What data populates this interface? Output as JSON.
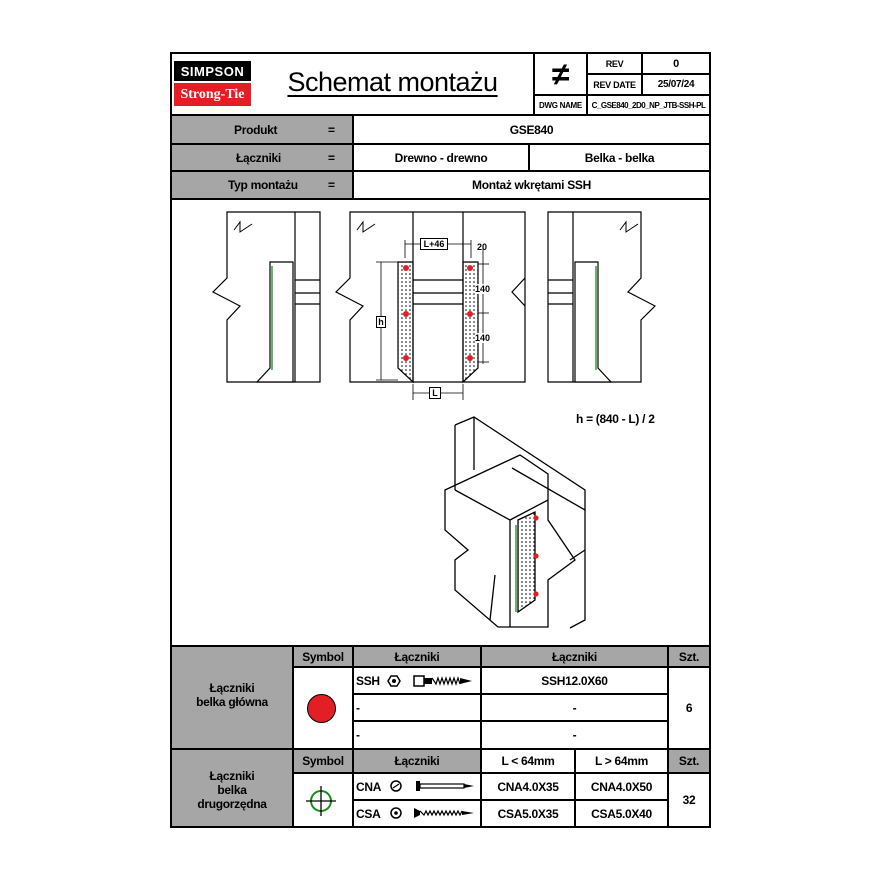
{
  "logo": {
    "top": "SIMPSON",
    "bottom": "Strong-Tie"
  },
  "header": {
    "title": "Schemat montażu",
    "not_equal_symbol": "≠",
    "rev_label": "REV",
    "rev_value": "0",
    "rev_date_label": "REV DATE",
    "rev_date_value": "25/07/24",
    "dwg_label": "DWG NAME",
    "dwg_value": "C_GSE840_2D0_NP_JTB-SSH-PL"
  },
  "info": {
    "rows": [
      {
        "label": "Produkt",
        "eq": "=",
        "value": "GSE840"
      },
      {
        "label": "Łączniki",
        "eq": "=",
        "value_a": "Drewno - drewno",
        "value_b": "Belka - belka"
      },
      {
        "label": "Typ montażu",
        "eq": "=",
        "value": "Montaż wkrętami SSH"
      }
    ]
  },
  "drawing": {
    "dim_l46": "L+46",
    "dim_20": "20",
    "dim_140a": "140",
    "dim_140b": "140",
    "dim_h": "h",
    "dim_l": "L",
    "formula": "h = (840 - L) / 2"
  },
  "table1": {
    "group_label_line1": "Łączniki",
    "group_label_line2": "belka główna",
    "col_symbol": "Symbol",
    "col_fasteners": "Łączniki",
    "col_fasteners2": "Łączniki",
    "col_qty": "Szt.",
    "rows": [
      {
        "code": "SSH",
        "product": "SSH12.0X60"
      },
      {
        "code": "-",
        "product": "-"
      },
      {
        "code": "-",
        "product": "-"
      }
    ],
    "qty": "6",
    "symbol_color": "#e31e24"
  },
  "table2": {
    "group_label_line1": "Łączniki",
    "group_label_line2": "belka",
    "group_label_line3": "drugorzędna",
    "col_symbol": "Symbol",
    "col_fasteners": "Łączniki",
    "col_lt": "L < 64mm",
    "col_gt": "L > 64mm",
    "col_qty": "Szt.",
    "rows": [
      {
        "code": "CNA",
        "lt": "CNA4.0X35",
        "gt": "CNA4.0X50"
      },
      {
        "code": "CSA",
        "lt": "CSA5.0X35",
        "gt": "CSA5.0X40"
      }
    ],
    "qty": "32",
    "symbol_color": "#1a8a1a"
  }
}
